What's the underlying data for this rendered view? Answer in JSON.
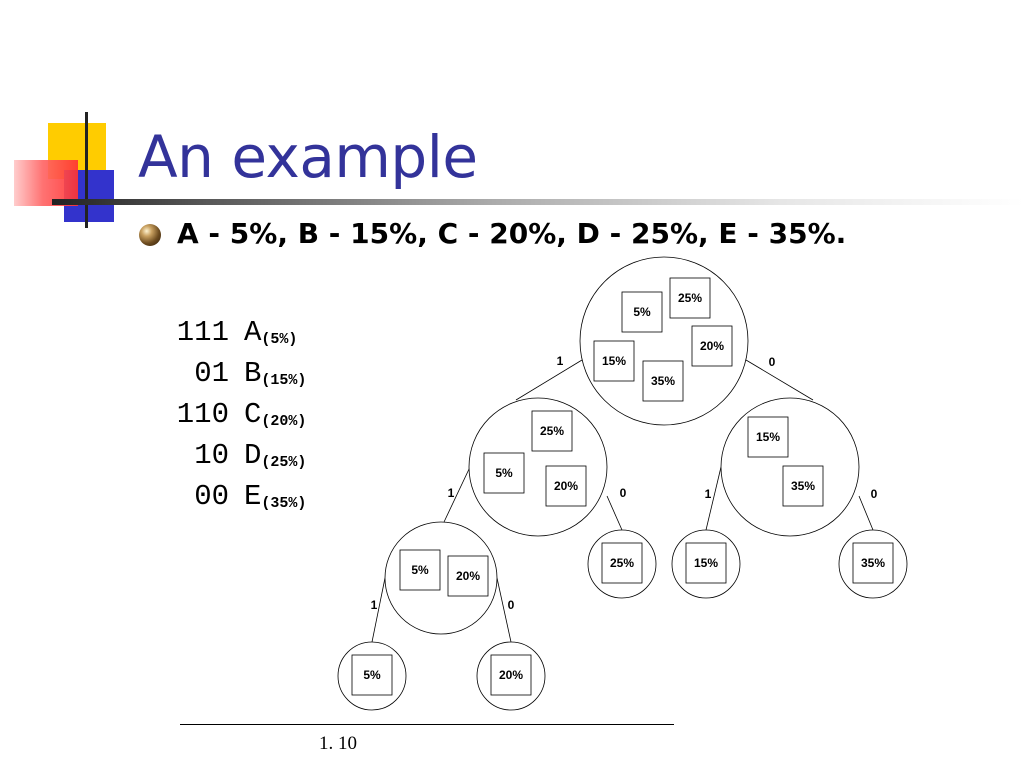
{
  "slide": {
    "title": "An example",
    "bullet": "A - 5%, B - 15%, C - 20%, D - 25%, E - 35%.",
    "slide_number": "1. 10",
    "colors": {
      "title": "#33339a",
      "deco_yellow": "#ffcc00",
      "deco_blue": "#3333cc",
      "deco_red": "#ff4444"
    }
  },
  "codes": [
    {
      "bits": "111",
      "symbol": "A",
      "pct": "(5%)"
    },
    {
      "bits": "01",
      "symbol": "B",
      "pct": "(15%)"
    },
    {
      "bits": "110",
      "symbol": "C",
      "pct": "(20%)"
    },
    {
      "bits": "10",
      "symbol": "D",
      "pct": "(25%)"
    },
    {
      "bits": "00",
      "symbol": "E",
      "pct": "(35%)"
    }
  ],
  "tree": {
    "nodes": [
      {
        "id": "root",
        "items": [
          "5%",
          "25%",
          "20%",
          "15%",
          "35%"
        ]
      },
      {
        "id": "n1",
        "items": [
          "25%",
          "5%",
          "20%"
        ]
      },
      {
        "id": "n2",
        "items": [
          "15%",
          "35%"
        ]
      },
      {
        "id": "n3",
        "items": [
          "5%",
          "20%"
        ]
      },
      {
        "id": "leaf-25",
        "items": [
          "25%"
        ]
      },
      {
        "id": "leaf-15",
        "items": [
          "15%"
        ]
      },
      {
        "id": "leaf-35",
        "items": [
          "35%"
        ]
      },
      {
        "id": "leaf-5",
        "items": [
          "5%"
        ]
      },
      {
        "id": "leaf-20",
        "items": [
          "20%"
        ]
      }
    ],
    "edges": [
      {
        "from": "root",
        "to": "n1",
        "label": "1"
      },
      {
        "from": "root",
        "to": "n2",
        "label": "0"
      },
      {
        "from": "n1",
        "to": "n3",
        "label": "1"
      },
      {
        "from": "n1",
        "to": "leaf-25",
        "label": "0"
      },
      {
        "from": "n2",
        "to": "leaf-15",
        "label": "1"
      },
      {
        "from": "n2",
        "to": "leaf-35",
        "label": "0"
      },
      {
        "from": "n3",
        "to": "leaf-5",
        "label": "1"
      },
      {
        "from": "n3",
        "to": "leaf-20",
        "label": "0"
      }
    ]
  }
}
